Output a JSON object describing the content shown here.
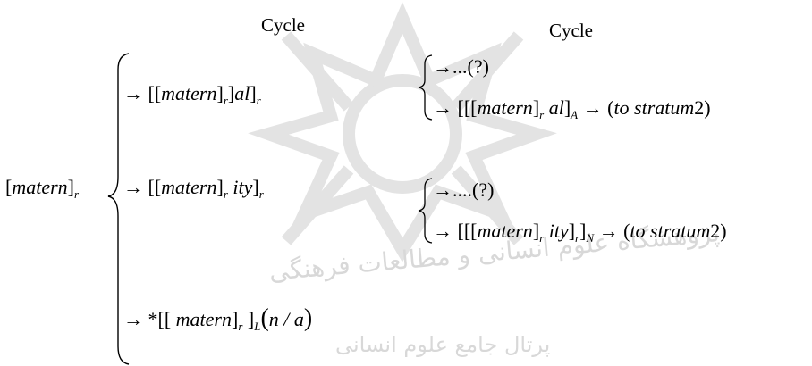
{
  "diagram": {
    "headings": {
      "left": "Cycle",
      "right": "Cycle"
    },
    "root": {
      "word": "matern",
      "sub": "r"
    },
    "branches": {
      "al": {
        "word": "matern",
        "sub": "r",
        "suffix": "al",
        "outer_sub": "r"
      },
      "ity": {
        "word": "matern",
        "sub": "r",
        "suffix": "ity",
        "outer_sub": "r"
      },
      "star": {
        "star": "*",
        "word": "matern",
        "sub": "r",
        "outer_sub": "L",
        "note": "n / a"
      }
    },
    "outcomes": {
      "al_unknown": "...(?)",
      "al_result": {
        "word": "matern",
        "sub": "r",
        "suffix": "al",
        "cat": "A",
        "target": "to stratum",
        "num": "2"
      },
      "ity_unknown": "....(?)",
      "ity_result": {
        "word": "matern",
        "sub": "r",
        "suffix": "ity",
        "inner_sub": "r",
        "cat": "N",
        "target": "to stratum",
        "num": "2"
      }
    },
    "symbols": {
      "arrow": "→"
    },
    "watermark": {
      "line1": "پژوهشگاه علوم انسانی و مطالعات فرهنگی",
      "line2": "پرتال جامع علوم انسانی"
    }
  }
}
